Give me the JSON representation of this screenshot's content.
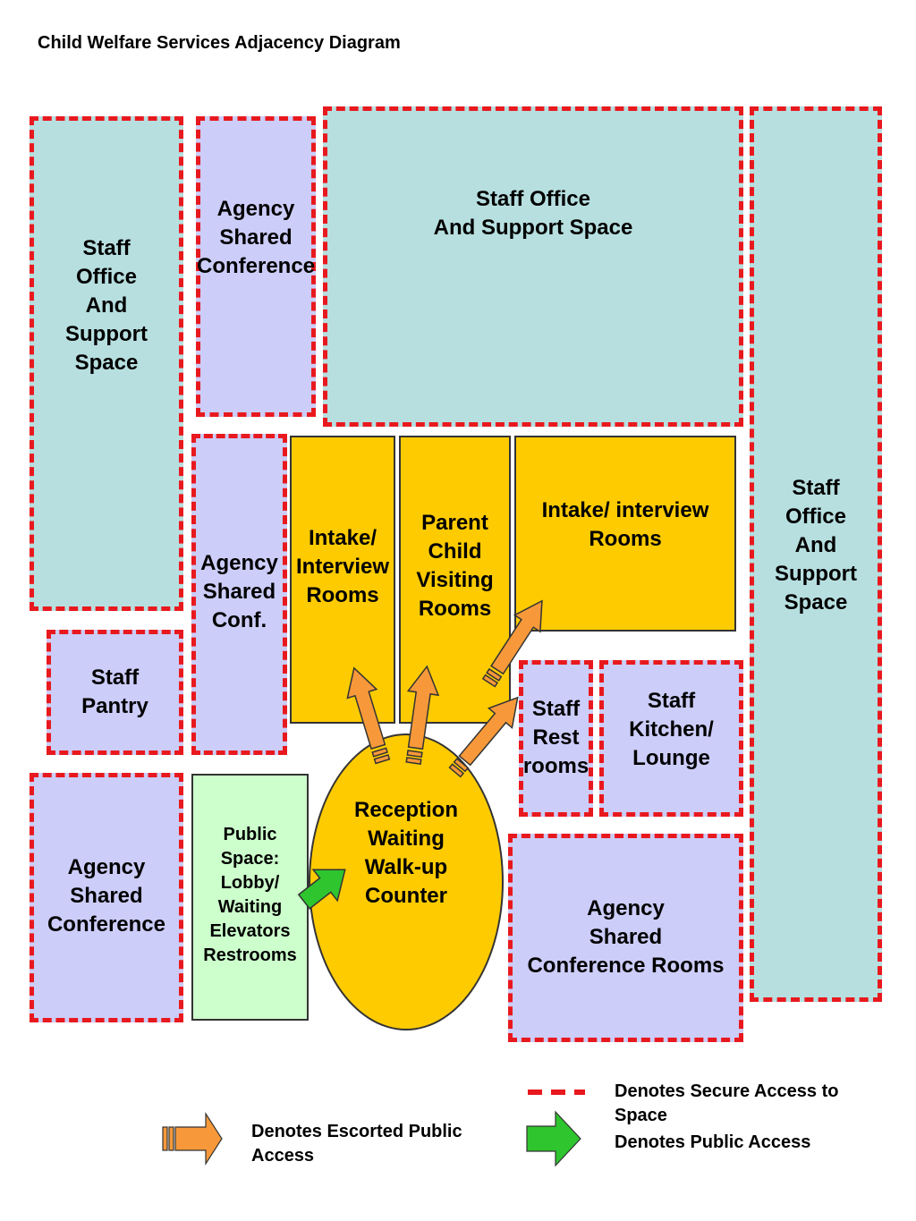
{
  "title": "Child Welfare Services Adjacency Diagram",
  "rooms": {
    "staff_left": "Staff\nOffice\nAnd\nSupport\nSpace",
    "conf_top": "Agency\nShared\nConference",
    "staff_top": "Staff Office\nAnd Support Space",
    "staff_right": "Staff\nOffice\nAnd\nSupport\nSpace",
    "conf_mid": "Agency\nShared\nConf.",
    "intake_left": "Intake/\nInterview\nRooms",
    "parent_child": "Parent\nChild\nVisiting\nRooms",
    "intake_right": "Intake/ interview\nRooms",
    "staff_pantry": "Staff\nPantry",
    "staff_rest": "Staff\nRest\nrooms",
    "staff_kitchen": "Staff Kitchen/\nLounge",
    "conf_bottom_left": "Agency\nShared\nConference",
    "public_space": "Public\nSpace:\nLobby/\nWaiting\nElevators\nRestrooms",
    "reception": "Reception\nWaiting\nWalk-up\nCounter",
    "conf_bottom_right": "Agency\nShared\nConference Rooms"
  },
  "legend": {
    "secure": "Denotes Secure Access to Space",
    "escorted": "Denotes Escorted Public Access",
    "public": "Denotes Public Access"
  },
  "colors": {
    "staff_space": "#b7dfe0",
    "shared_space": "#cccdf9",
    "client_space": "#fecb00",
    "public_space": "#ccffcc",
    "secure_border": "#e8191e",
    "escorted_arrow": "#f7993a",
    "public_arrow": "#2ec52e"
  },
  "icons": {
    "escorted": "orange-arrow-icon",
    "public": "green-arrow-icon",
    "secure": "red-dashed-line-icon"
  }
}
